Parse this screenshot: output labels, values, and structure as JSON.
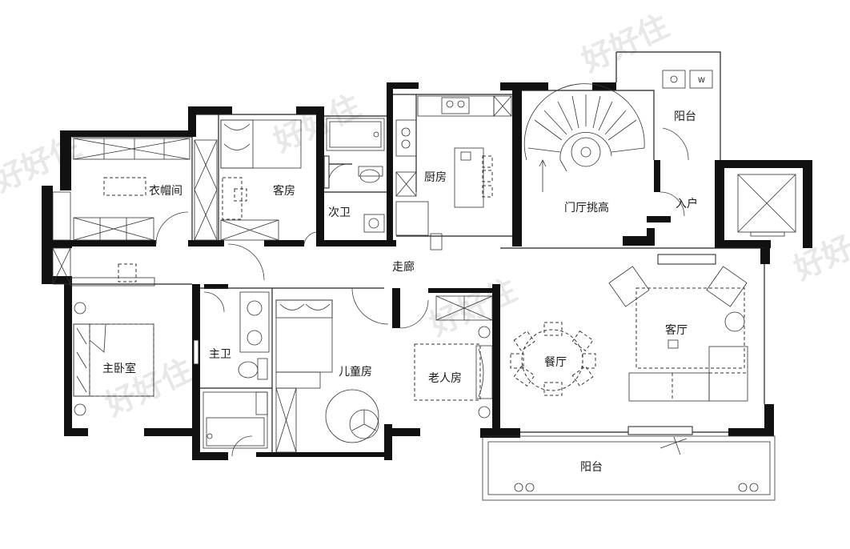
{
  "watermark": "好好住",
  "rooms": {
    "cloakroom": "衣帽间",
    "guest_room": "客房",
    "second_bath": "次卫",
    "kitchen": "厨房",
    "foyer": "门厅挑高",
    "balcony_top": "阳台",
    "entry": "入户",
    "corridor": "走廊",
    "master_bedroom": "主卧室",
    "master_bath": "主卫",
    "kids_room": "儿童房",
    "elder_room": "老人房",
    "dining": "餐厅",
    "living": "客厅",
    "balcony_bottom": "阳台"
  },
  "icons": {
    "washer": "W"
  }
}
